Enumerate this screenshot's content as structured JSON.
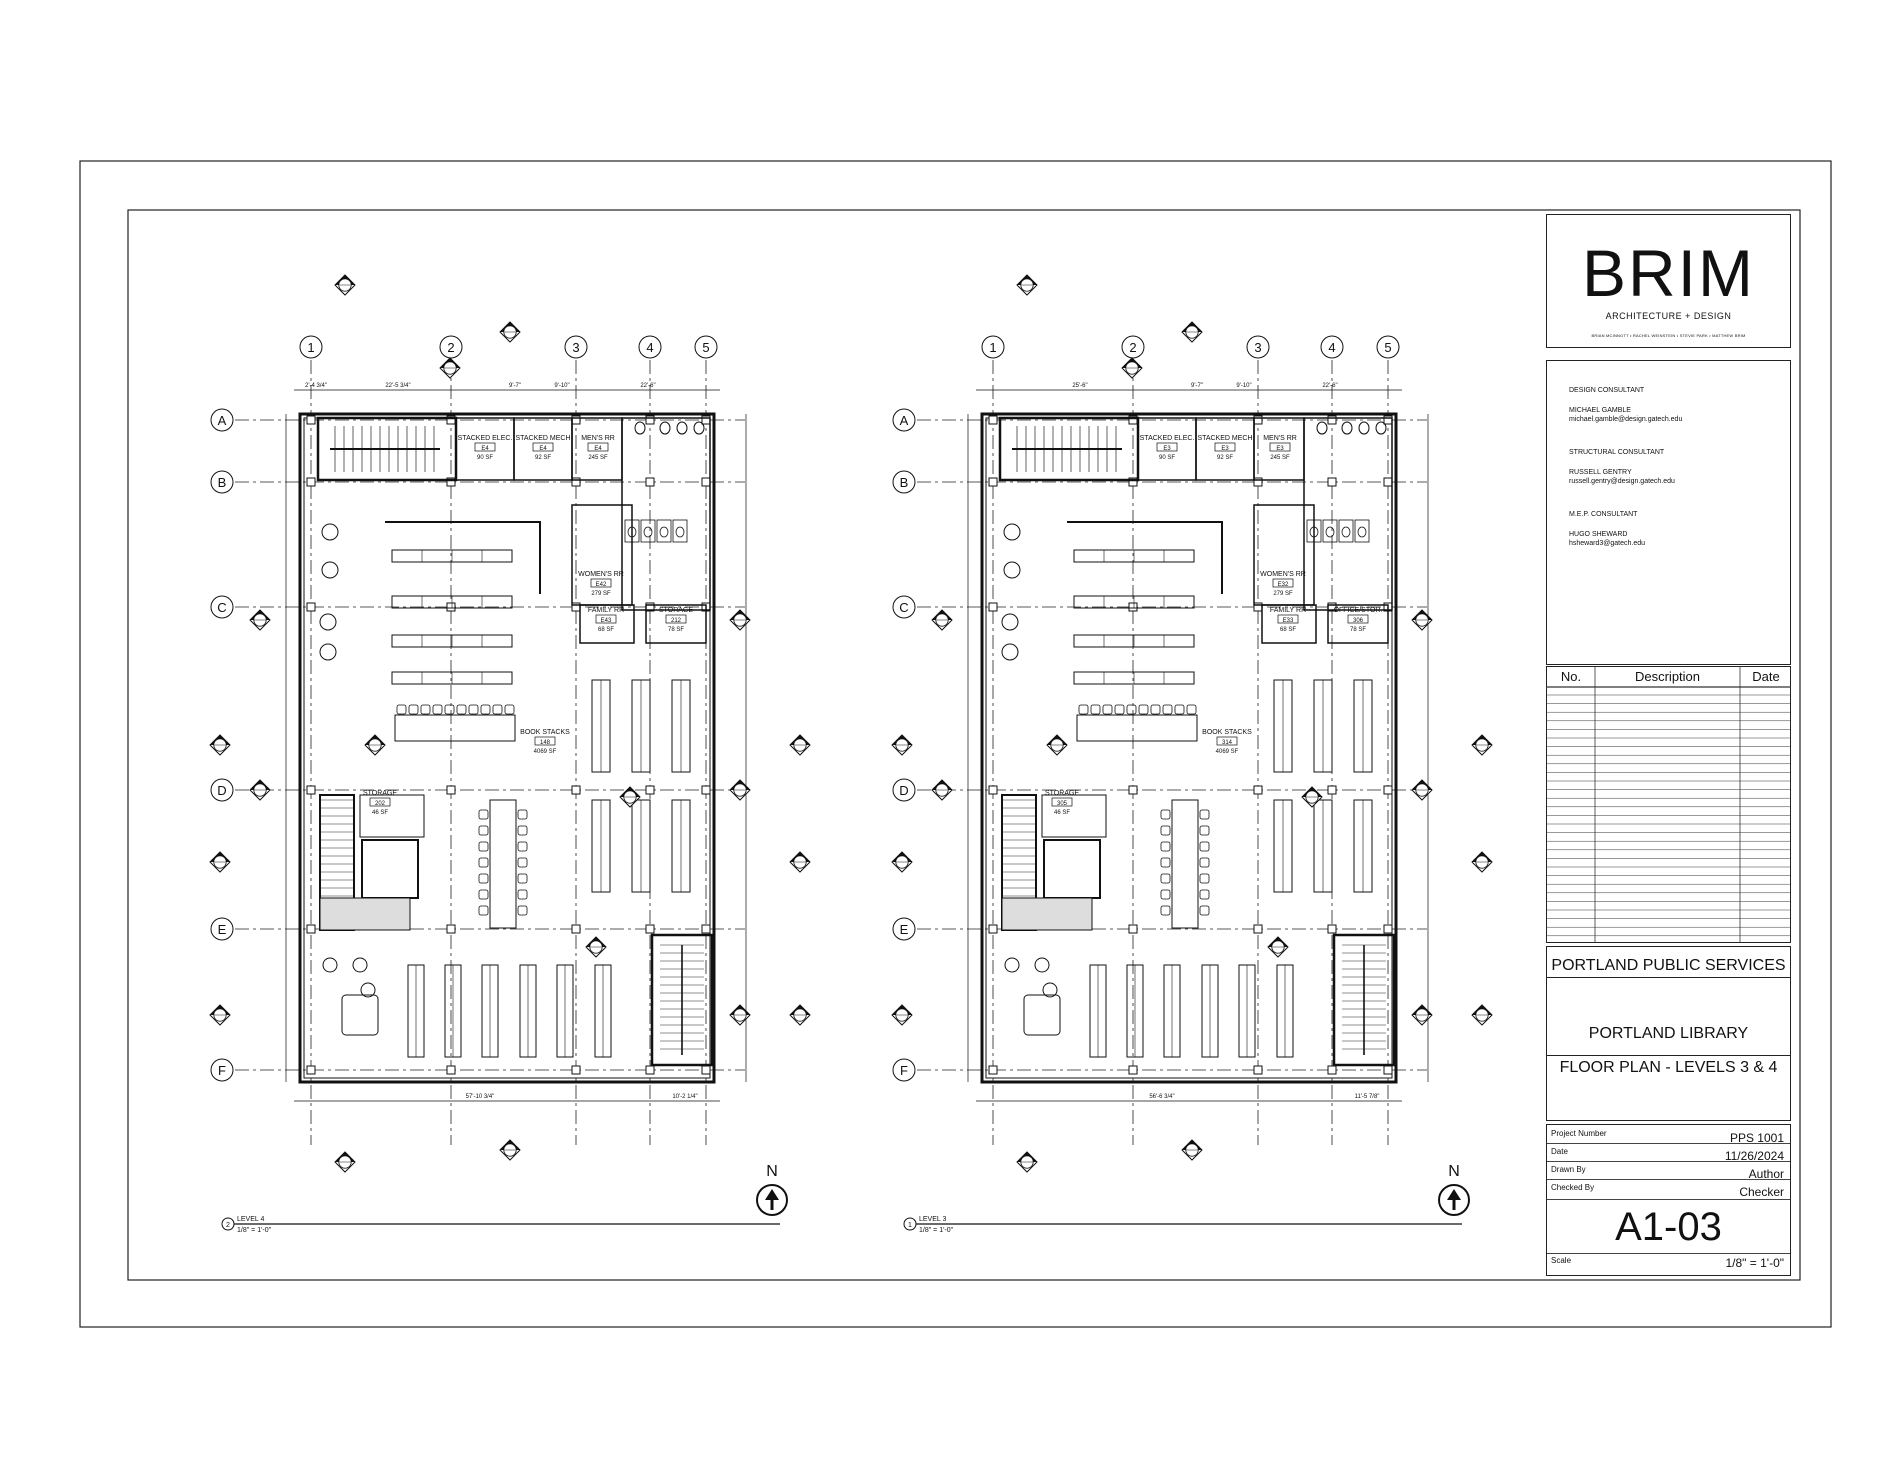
{
  "firm": {
    "name": "BRIM",
    "tagline": "ARCHITECTURE + DESIGN",
    "members": "BRIAN MCINNOTT • RACHEL WEINSTEIN • STEVIE PARK • MATTHEW BRIM"
  },
  "consultants": [
    {
      "role": "DESIGN CONSULTANT",
      "name": "MICHAEL GAMBLE",
      "email": "michael.gamble@design.gatech.edu"
    },
    {
      "role": "STRUCTURAL CONSULTANT",
      "name": "RUSSELL GENTRY",
      "email": "russell.gentry@design.gatech.edu"
    },
    {
      "role": "M.E.P. CONSULTANT",
      "name": "HUGO SHEWARD",
      "email": "hsheward3@gatech.edu"
    }
  ],
  "revisions": {
    "col_no": "No.",
    "col_desc": "Description",
    "col_date": "Date"
  },
  "client": "PORTLAND PUBLIC SERVICES",
  "project": "PORTLAND LIBRARY",
  "sheet_title": "FLOOR PLAN - LEVELS 3 & 4",
  "meta": [
    {
      "label": "Project Number",
      "value": "PPS 1001"
    },
    {
      "label": "Date",
      "value": "11/26/2024"
    },
    {
      "label": "Drawn By",
      "value": "Author"
    },
    {
      "label": "Checked By",
      "value": "Checker"
    }
  ],
  "sheet_number": "A1-03",
  "scale_label": "Scale",
  "scale_value": "1/8\" = 1'-0\"",
  "plans": [
    {
      "view_number": "2",
      "level": "LEVEL 4",
      "scale": "1/8\" = 1'-0\"",
      "north": "N",
      "grid_cols": [
        "1",
        "2",
        "3",
        "4",
        "5"
      ],
      "grid_rows": [
        "A",
        "B",
        "C",
        "D",
        "E",
        "F"
      ],
      "rooms": [
        {
          "name": "STACKED ELEC.",
          "num": "E4",
          "area": "90 SF"
        },
        {
          "name": "STACKED MECH",
          "num": "E4",
          "area": "92 SF"
        },
        {
          "name": "MEN'S RR",
          "num": "E4",
          "area": "245 SF"
        },
        {
          "name": "WOMEN'S RR",
          "num": "E42",
          "area": "279 SF"
        },
        {
          "name": "FAMILY RR",
          "num": "E43",
          "area": "68 SF"
        },
        {
          "name": "STORAGE",
          "num": "212",
          "area": "78 SF"
        },
        {
          "name": "BOOK STACKS",
          "num": "148",
          "area": "4069 SF"
        },
        {
          "name": "STORAGE",
          "num": "202",
          "area": "46 SF"
        }
      ],
      "dims": {
        "top1": "2'-4 3/4\"",
        "top2": "22'-5 3/4\"",
        "top3": "9'-7\"",
        "top4": "9'-10\"",
        "top5": "22'-6\"",
        "bottom1": "57'-10 3/4\"",
        "bottom2": "10'-2 1/4\""
      }
    },
    {
      "view_number": "1",
      "level": "LEVEL 3",
      "scale": "1/8\" = 1'-0\"",
      "north": "N",
      "grid_cols": [
        "1",
        "2",
        "3",
        "4",
        "5"
      ],
      "grid_rows": [
        "A",
        "B",
        "C",
        "D",
        "E",
        "F"
      ],
      "rooms": [
        {
          "name": "STACKED ELEC.",
          "num": "E3",
          "area": "90 SF"
        },
        {
          "name": "STACKED MECH",
          "num": "E3",
          "area": "92 SF"
        },
        {
          "name": "MEN'S RR",
          "num": "E3",
          "area": "245 SF"
        },
        {
          "name": "WOMEN'S RR",
          "num": "E32",
          "area": "279 SF"
        },
        {
          "name": "FAMILY RR",
          "num": "E33",
          "area": "68 SF"
        },
        {
          "name": "OFFICE/STOR.",
          "num": "306",
          "area": "78 SF"
        },
        {
          "name": "BOOK STACKS",
          "num": "314",
          "area": "4069 SF"
        },
        {
          "name": "STORAGE",
          "num": "305",
          "area": "46 SF"
        }
      ],
      "dims": {
        "top1": "",
        "top2": "25'-6\"",
        "top3": "9'-7\"",
        "top4": "9'-10\"",
        "top5": "22'-6\"",
        "bottom1": "56'-6 3/4\"",
        "bottom2": "11'-5 7/8\""
      }
    }
  ]
}
